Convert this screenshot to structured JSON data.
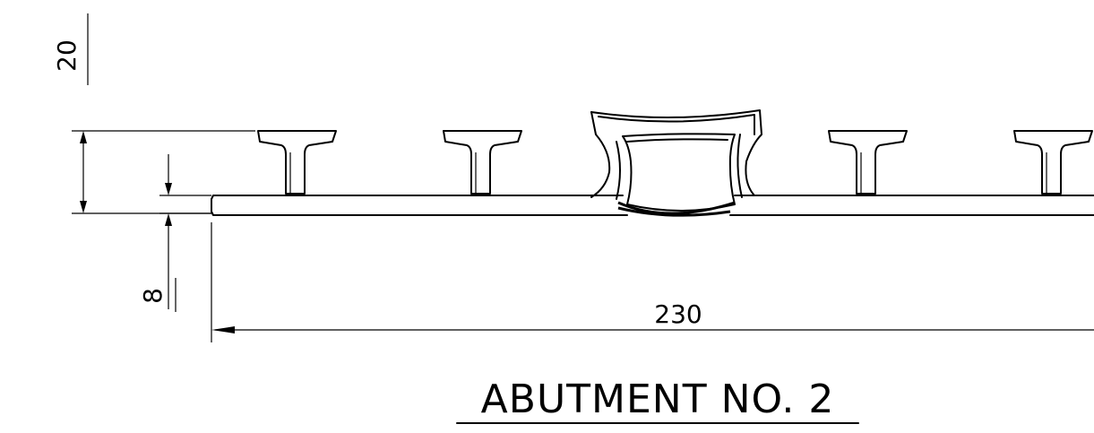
{
  "dimensions": {
    "height_top": "20",
    "slab_thickness": "8",
    "overall_width": "230"
  },
  "title": "ABUTMENT NO. 2",
  "colors": {
    "ink": "#000000",
    "paper": "#ffffff"
  }
}
